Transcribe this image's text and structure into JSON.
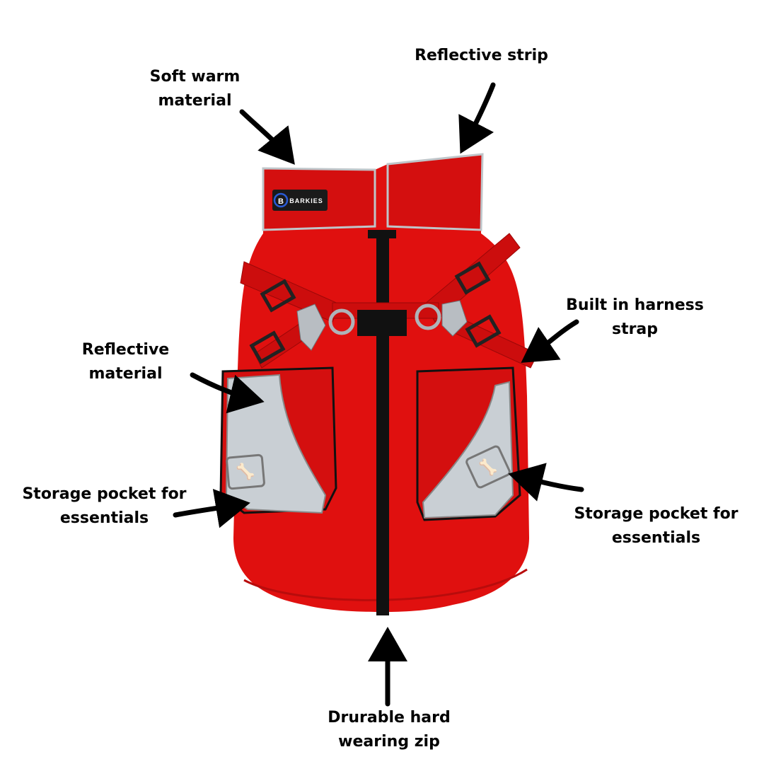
{
  "product": {
    "brand": "BARKIES",
    "brand_initial": "B",
    "colors": {
      "body": "#e0100f",
      "body_shade": "#b80c0c",
      "reflective": "#c9cfd4",
      "zip": "#111111",
      "label_bg": "#1a1a1a",
      "brand_blue": "#2a5cd6"
    }
  },
  "annotations": [
    {
      "id": "soft-warm-material",
      "lines": [
        "Soft warm",
        "material"
      ]
    },
    {
      "id": "reflective-strip",
      "lines": [
        "Reflective strip"
      ]
    },
    {
      "id": "built-in-harness-strap",
      "lines": [
        "Built in harness",
        "strap"
      ]
    },
    {
      "id": "reflective-material",
      "lines": [
        "Reflective",
        "material"
      ]
    },
    {
      "id": "storage-pocket-left",
      "lines": [
        "Storage pocket for",
        "essentials"
      ]
    },
    {
      "id": "storage-pocket-right",
      "lines": [
        "Storage pocket for",
        "essentials"
      ]
    },
    {
      "id": "durable-zip",
      "lines": [
        "Drurable hard",
        "wearing zip"
      ]
    }
  ]
}
